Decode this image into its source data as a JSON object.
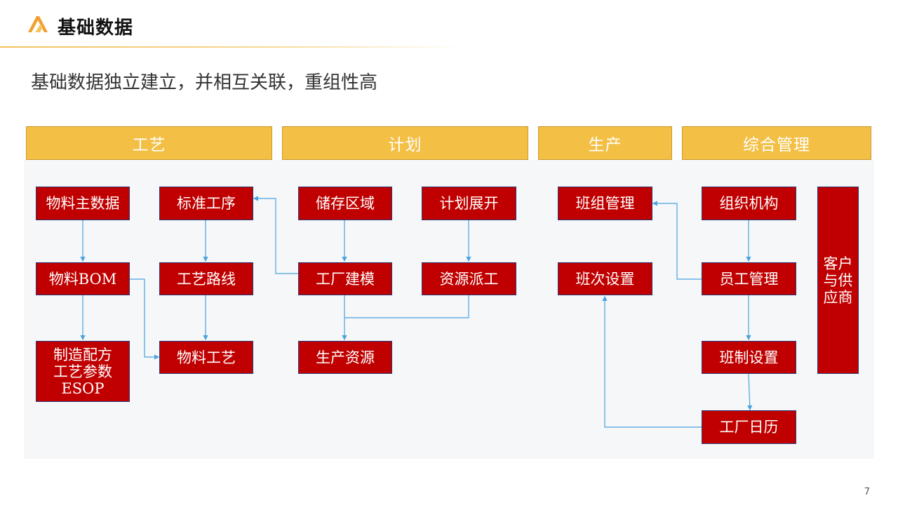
{
  "header": {
    "title": "基础数据"
  },
  "subtitle": "基础数据独立建立，并相互关联，重组性高",
  "categories": [
    "工艺",
    "计划",
    "生产",
    "综合管理"
  ],
  "nodes": {
    "material_master": "物料主数据",
    "material_bom": "物料BOM",
    "recipe": "制造配方\n工艺参数\nESOP",
    "standard_process": "标准工序",
    "process_route": "工艺路线",
    "material_process": "物料工艺",
    "storage_area": "储存区域",
    "factory_modeling": "工厂建模",
    "production_resource": "生产资源",
    "plan_expand": "计划展开",
    "resource_dispatch": "资源派工",
    "team_management": "班组管理",
    "shift_setting": "班次设置",
    "organization": "组织机构",
    "employee_management": "员工管理",
    "shift_system_setting": "班制设置",
    "factory_calendar": "工厂日历",
    "customer_supplier": "客户\n与供\n应商"
  },
  "page_number": "7",
  "colors": {
    "node_fill": "#c00000",
    "category_fill": "#f3bf45",
    "connector": "#4aa3df",
    "panel_bg": "#f5f7f9"
  }
}
